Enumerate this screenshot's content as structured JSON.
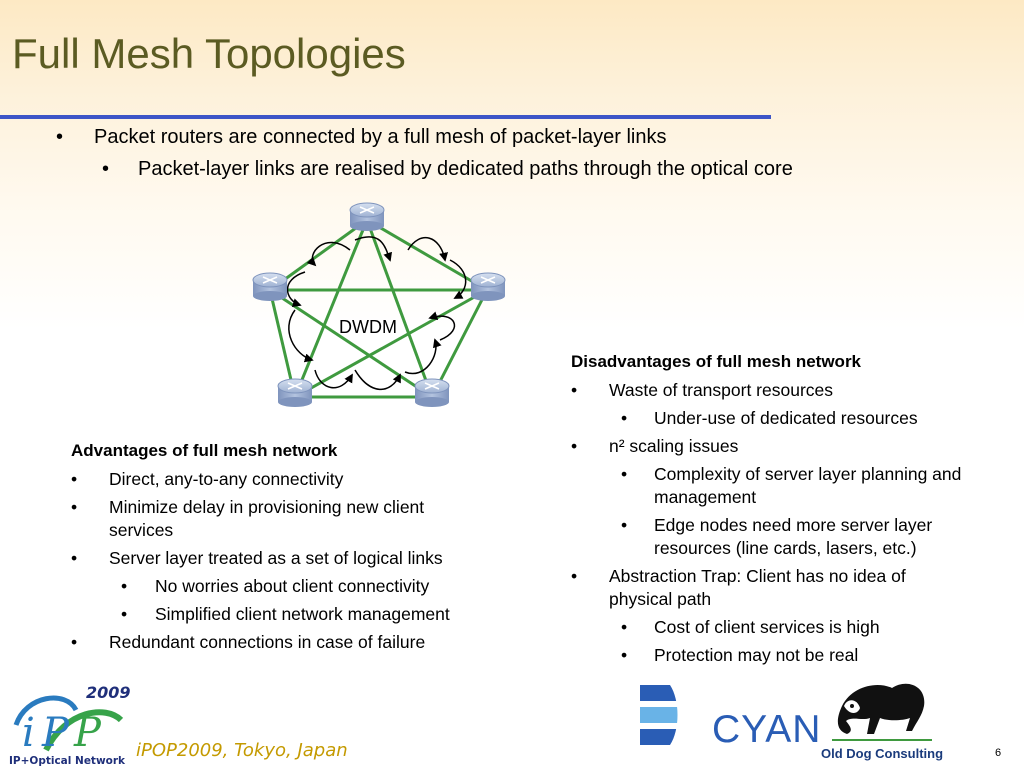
{
  "slide": {
    "title": "Full Mesh Topologies",
    "bullets": [
      {
        "text": "Packet routers are connected by a full mesh of packet-layer links",
        "level": 1
      },
      {
        "text": "Packet-layer links are realised by dedicated paths through the optical core",
        "level": 2
      }
    ],
    "diagram": {
      "center_label": "DWDM",
      "node_icon": "router-icon",
      "colors": {
        "mesh_link": "#3f9a3f",
        "router": "#8ea3c7",
        "router_top": "#b8c8e3"
      }
    },
    "advantages": {
      "heading": "Advantages of full mesh network",
      "items": [
        {
          "text": "Direct, any-to-any connectivity",
          "level": 1
        },
        {
          "text": "Minimize delay in provisioning new client services",
          "level": 1
        },
        {
          "text": "Server layer treated as a set of logical links",
          "level": 1
        },
        {
          "text": "No worries about client connectivity",
          "level": 2
        },
        {
          "text": "Simplified client network management",
          "level": 2
        },
        {
          "text": "Redundant connections in case of failure",
          "level": 1
        }
      ]
    },
    "disadvantages": {
      "heading": "Disadvantages of full mesh network",
      "items": [
        {
          "text": "Waste of transport resources",
          "level": 1
        },
        {
          "text": "Under-use of dedicated resources",
          "level": 2
        },
        {
          "text": "n² scaling issues",
          "level": 1
        },
        {
          "text": "Complexity of server layer planning and management",
          "level": 2
        },
        {
          "text": "Edge nodes need more server layer resources (line cards, lasers, etc.)",
          "level": 2
        },
        {
          "text": "Abstraction Trap: Client has no idea of physical path",
          "level": 1
        },
        {
          "text": "Cost of client services is high",
          "level": 2
        },
        {
          "text": "Protection may not be real",
          "level": 2
        }
      ]
    },
    "footer": {
      "event": "iPOP2009, Tokyo, Japan",
      "logo_year": "2009",
      "logo_name": "IP+Optical Network",
      "cyan": "CYAN",
      "consultancy": "Old Dog Consulting",
      "page": "6"
    },
    "colors": {
      "title": "#5b5b22",
      "rule": "#3d55c7",
      "footer": "#c49a00"
    }
  }
}
